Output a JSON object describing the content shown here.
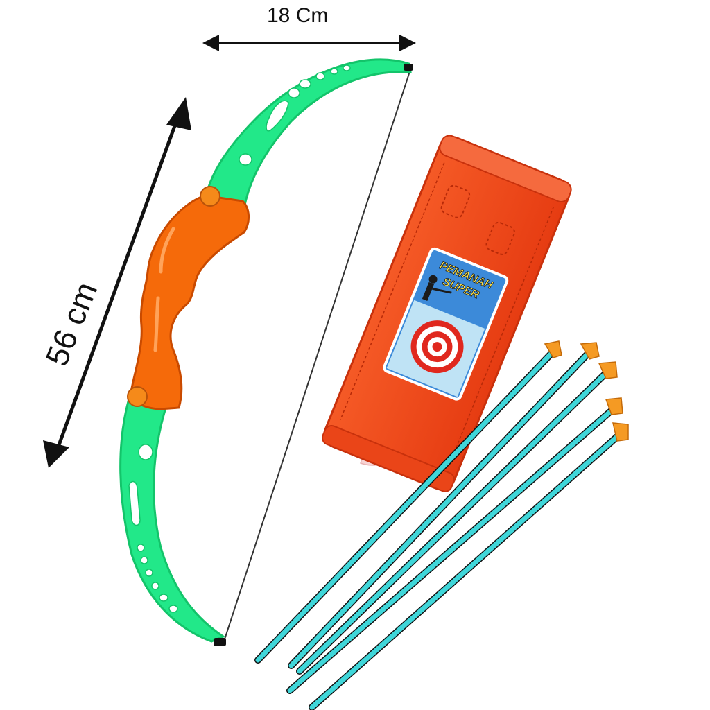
{
  "dimensions": {
    "width_label": "18 Cm",
    "height_label": "56 cm"
  },
  "quiver": {
    "label_line1": "PEMANAH",
    "label_line2": "SUPER"
  },
  "colors": {
    "limb": "#22e889",
    "limb_shadow": "#13c46a",
    "grip": "#f56a0a",
    "grip_dark": "#c94a00",
    "quiver": "#f3461a",
    "quiver_dark": "#c8310c",
    "arrow_shaft": "#3fd6d9",
    "arrow_tip": "#f59a23",
    "arrow_line": "#111111",
    "target_red": "#e0281e"
  },
  "items": {
    "arrow_count": 5
  }
}
